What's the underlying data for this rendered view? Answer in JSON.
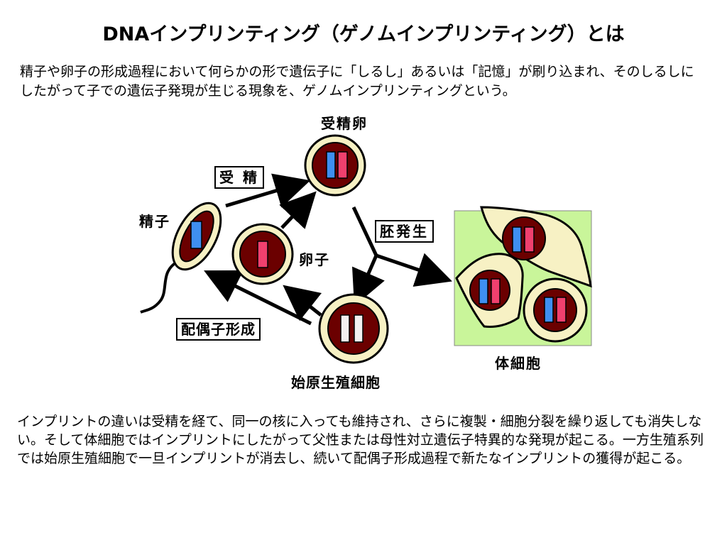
{
  "title": "DNAインプリンティング（ゲノムインプリンティング）とは",
  "intro": "精子や卵子の形成過程において何らかの形で遺伝子に「しるし」あるいは「記憶」が刷り込まれ、そのしるしにしたがって子での遺伝子発現が生じる現象を、ゲノムインプリンティングという。",
  "labels": {
    "zygote": "受精卵",
    "sperm": "精子",
    "egg": "卵子",
    "primordial": "始原生殖細胞",
    "somatic": "体細胞"
  },
  "boxes": {
    "fertilization": "受 精",
    "embryogenesis": "胚発生",
    "gametogenesis": "配偶子形成"
  },
  "colors": {
    "nucleus": "#6b0000",
    "cell_fill": "#f7f1c4",
    "paternal": "#3f8ff0",
    "maternal": "#f0406e",
    "erased": "#f2f0f0",
    "somatic_bg": "#c9f59a"
  },
  "outro": "インプリントの違いは受精を経て、同一の核に入っても維持され、さらに複製・細胞分裂を繰り返しても消失しない。そして体細胞ではインプリントにしたがって父性または母性対立遺伝子特異的な発現が起こる。一方生殖系列では始原生殖細胞で一旦インプリントが消去し、続いて配偶子形成過程で新たなインプリントの獲得が起こる。"
}
